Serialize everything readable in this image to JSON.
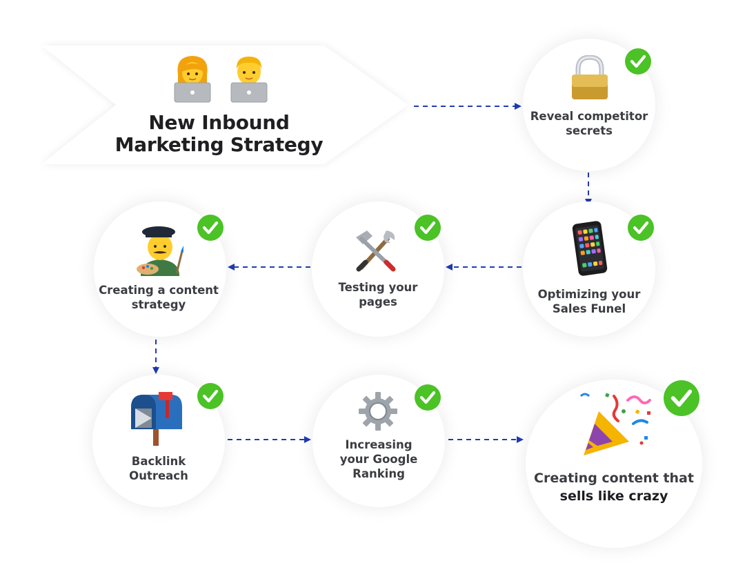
{
  "title": {
    "line1": "New Inbound",
    "line2": "Marketing Strategy"
  },
  "hero_icons": [
    "woman-technologist-icon",
    "man-technologist-icon"
  ],
  "colors": {
    "check": "#4bc226",
    "arrow": "#1f3bb3",
    "text": "#3b3d42",
    "title": "#1f1f22"
  },
  "steps": [
    {
      "id": "reveal",
      "lines": [
        "Reveal competitor",
        "secrets"
      ],
      "icon": "padlock-icon",
      "done": true
    },
    {
      "id": "funnel",
      "lines": [
        "Optimizing your",
        "Sales Funel"
      ],
      "icon": "mobile-phone-icon",
      "done": true
    },
    {
      "id": "testing",
      "lines": [
        "Testing your",
        "pages"
      ],
      "icon": "hammer-and-wrench-icon",
      "done": true
    },
    {
      "id": "content",
      "lines": [
        "Creating a content",
        "strategy"
      ],
      "icon": "artist-icon",
      "done": true
    },
    {
      "id": "backlink",
      "lines": [
        "Backlink",
        "Outreach"
      ],
      "icon": "mailbox-icon",
      "done": true
    },
    {
      "id": "ranking",
      "lines": [
        "Increasing",
        "your Google",
        "Ranking"
      ],
      "icon": "gear-icon",
      "done": true
    },
    {
      "id": "final",
      "lines": [
        "Creating content that",
        "sells like crazy"
      ],
      "icon": "party-popper-icon",
      "done": true
    }
  ]
}
